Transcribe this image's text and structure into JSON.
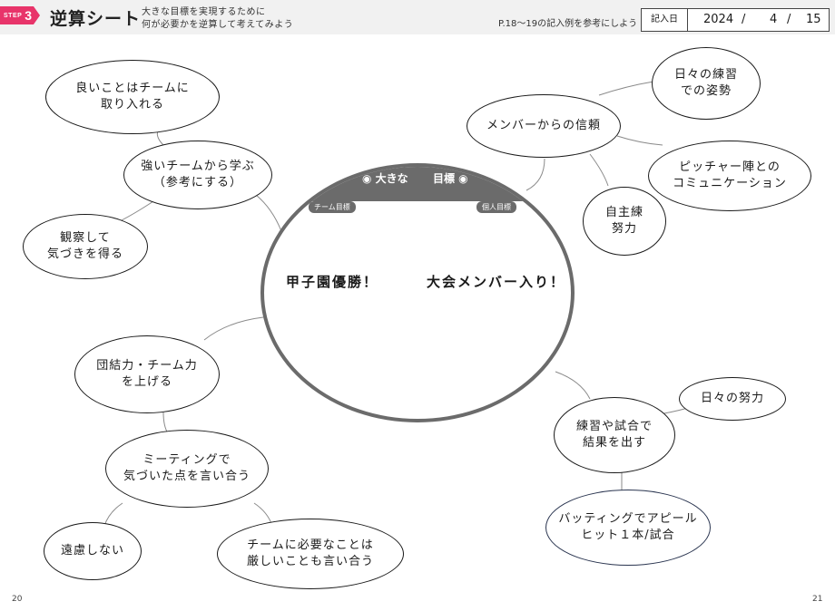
{
  "header": {
    "step_word": "STEP",
    "step_number": "3",
    "title": "逆算シート",
    "subtitle_line1": "大きな目標を実現するために",
    "subtitle_line2": "何が必要かを逆算して考えてみよう",
    "reference": "P.18〜19の記入例を参考にしよう",
    "date_label": "記入日",
    "date_year": "2024",
    "date_sep1": "/",
    "date_month": "4",
    "date_sep2": "/",
    "date_day": "15",
    "accent_color": "#e8346a"
  },
  "center": {
    "header_left": "◉ 大きな",
    "header_right": "目標 ◉",
    "team_tag": "チーム目標",
    "personal_tag": "個人目標",
    "team_goal": "甲子園優勝！",
    "personal_goal": "大会メンバー入り！"
  },
  "bubbles": {
    "good_things": "良いことはチームに\n取り入れる",
    "learn_strong": "強いチームから学ぶ\n（参考にする）",
    "observe": "観察して\n気づきを得る",
    "unity": "団結力・チーム力\nを上げる",
    "meeting": "ミーティングで\n気づいた点を言い合う",
    "no_hesitation": "遠慮しない",
    "say_strict": "チームに必要なことは\n厳しいことも言い合う",
    "daily_attitude": "日々の練習\nでの姿勢",
    "trust": "メンバーからの信頼",
    "pitcher_comm": "ピッチャー陣との\nコミュニケーション",
    "self_practice": "自主練\n努力",
    "daily_effort": "日々の努力",
    "results": "練習や試合で\n結果を出す",
    "batting": "バッティングでアピール\nヒット１本/試合"
  },
  "page_numbers": {
    "left": "20",
    "right": "21"
  }
}
